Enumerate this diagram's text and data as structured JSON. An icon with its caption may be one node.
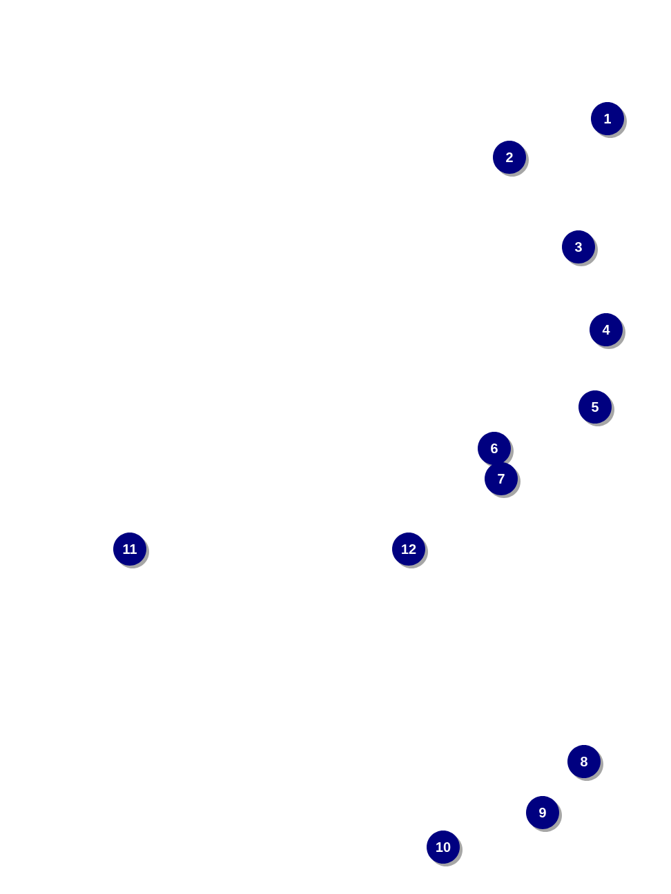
{
  "diagram": {
    "labels": [
      "1",
      "2",
      "3",
      "4",
      "5",
      "6",
      "7",
      "11",
      "12",
      "8",
      "9",
      "10"
    ]
  }
}
